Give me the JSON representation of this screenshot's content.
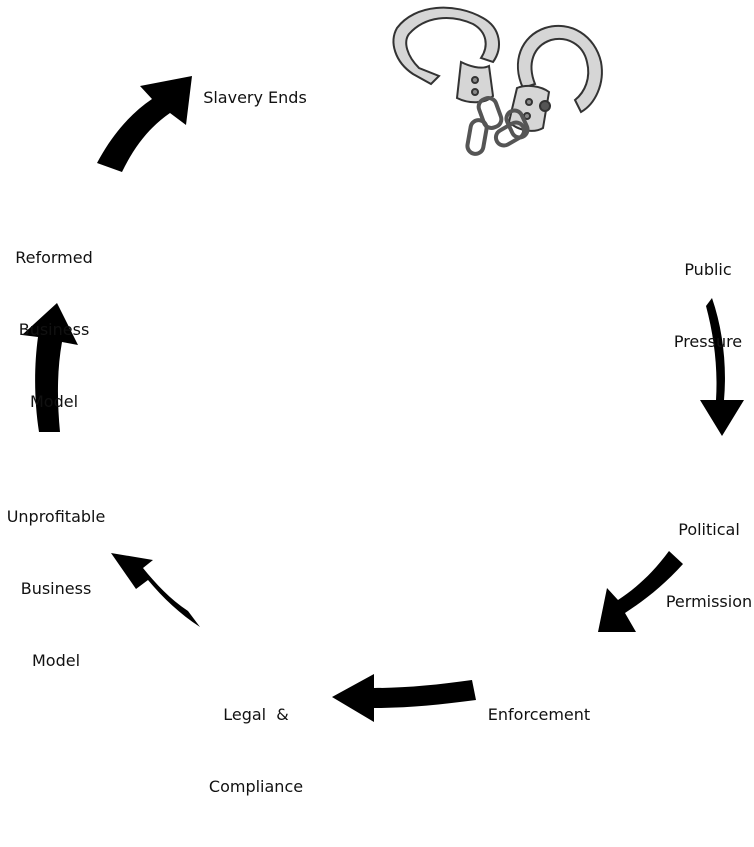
{
  "nodes": {
    "slavery_ends": [
      "Slavery Ends"
    ],
    "public_pressure": [
      "Public",
      "Pressure"
    ],
    "political_permission": [
      "Political",
      "Permission"
    ],
    "enforcement": [
      "Enforcement"
    ],
    "legal_compliance": [
      "Legal  &",
      "Compliance"
    ],
    "unprofitable_business_model": [
      "Unprofitable",
      "Business",
      "Model"
    ],
    "reformed_business_model": [
      "Reformed",
      "Business",
      "Model"
    ]
  },
  "colors": {
    "arrow": "#000000",
    "text": "#111111",
    "handcuff_metal": "#d6d6d6",
    "handcuff_outline": "#333333"
  },
  "icons": {
    "illustration": "handcuffs-icon"
  }
}
